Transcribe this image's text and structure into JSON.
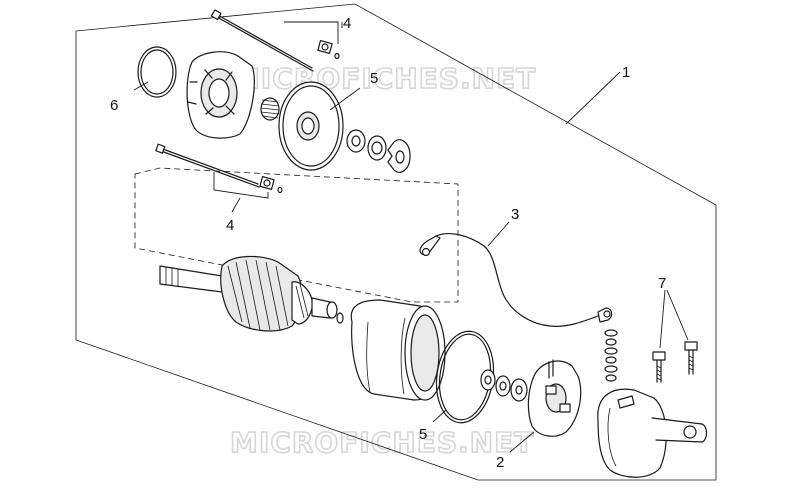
{
  "watermarks": [
    "MICROFICHES.NET",
    "MICROFICHES.NET"
  ],
  "callouts": [
    {
      "id": "1",
      "text": "1"
    },
    {
      "id": "2",
      "text": "2"
    },
    {
      "id": "3",
      "text": "3"
    },
    {
      "id": "4a",
      "text": "4"
    },
    {
      "id": "4b",
      "text": "4"
    },
    {
      "id": "5a",
      "text": "5"
    },
    {
      "id": "5b",
      "text": "5"
    },
    {
      "id": "6",
      "text": "6"
    },
    {
      "id": "7",
      "text": "7"
    }
  ],
  "colors": {
    "line": "#1a1a1a",
    "watermark": "#d6d6d6",
    "background": "#ffffff"
  }
}
